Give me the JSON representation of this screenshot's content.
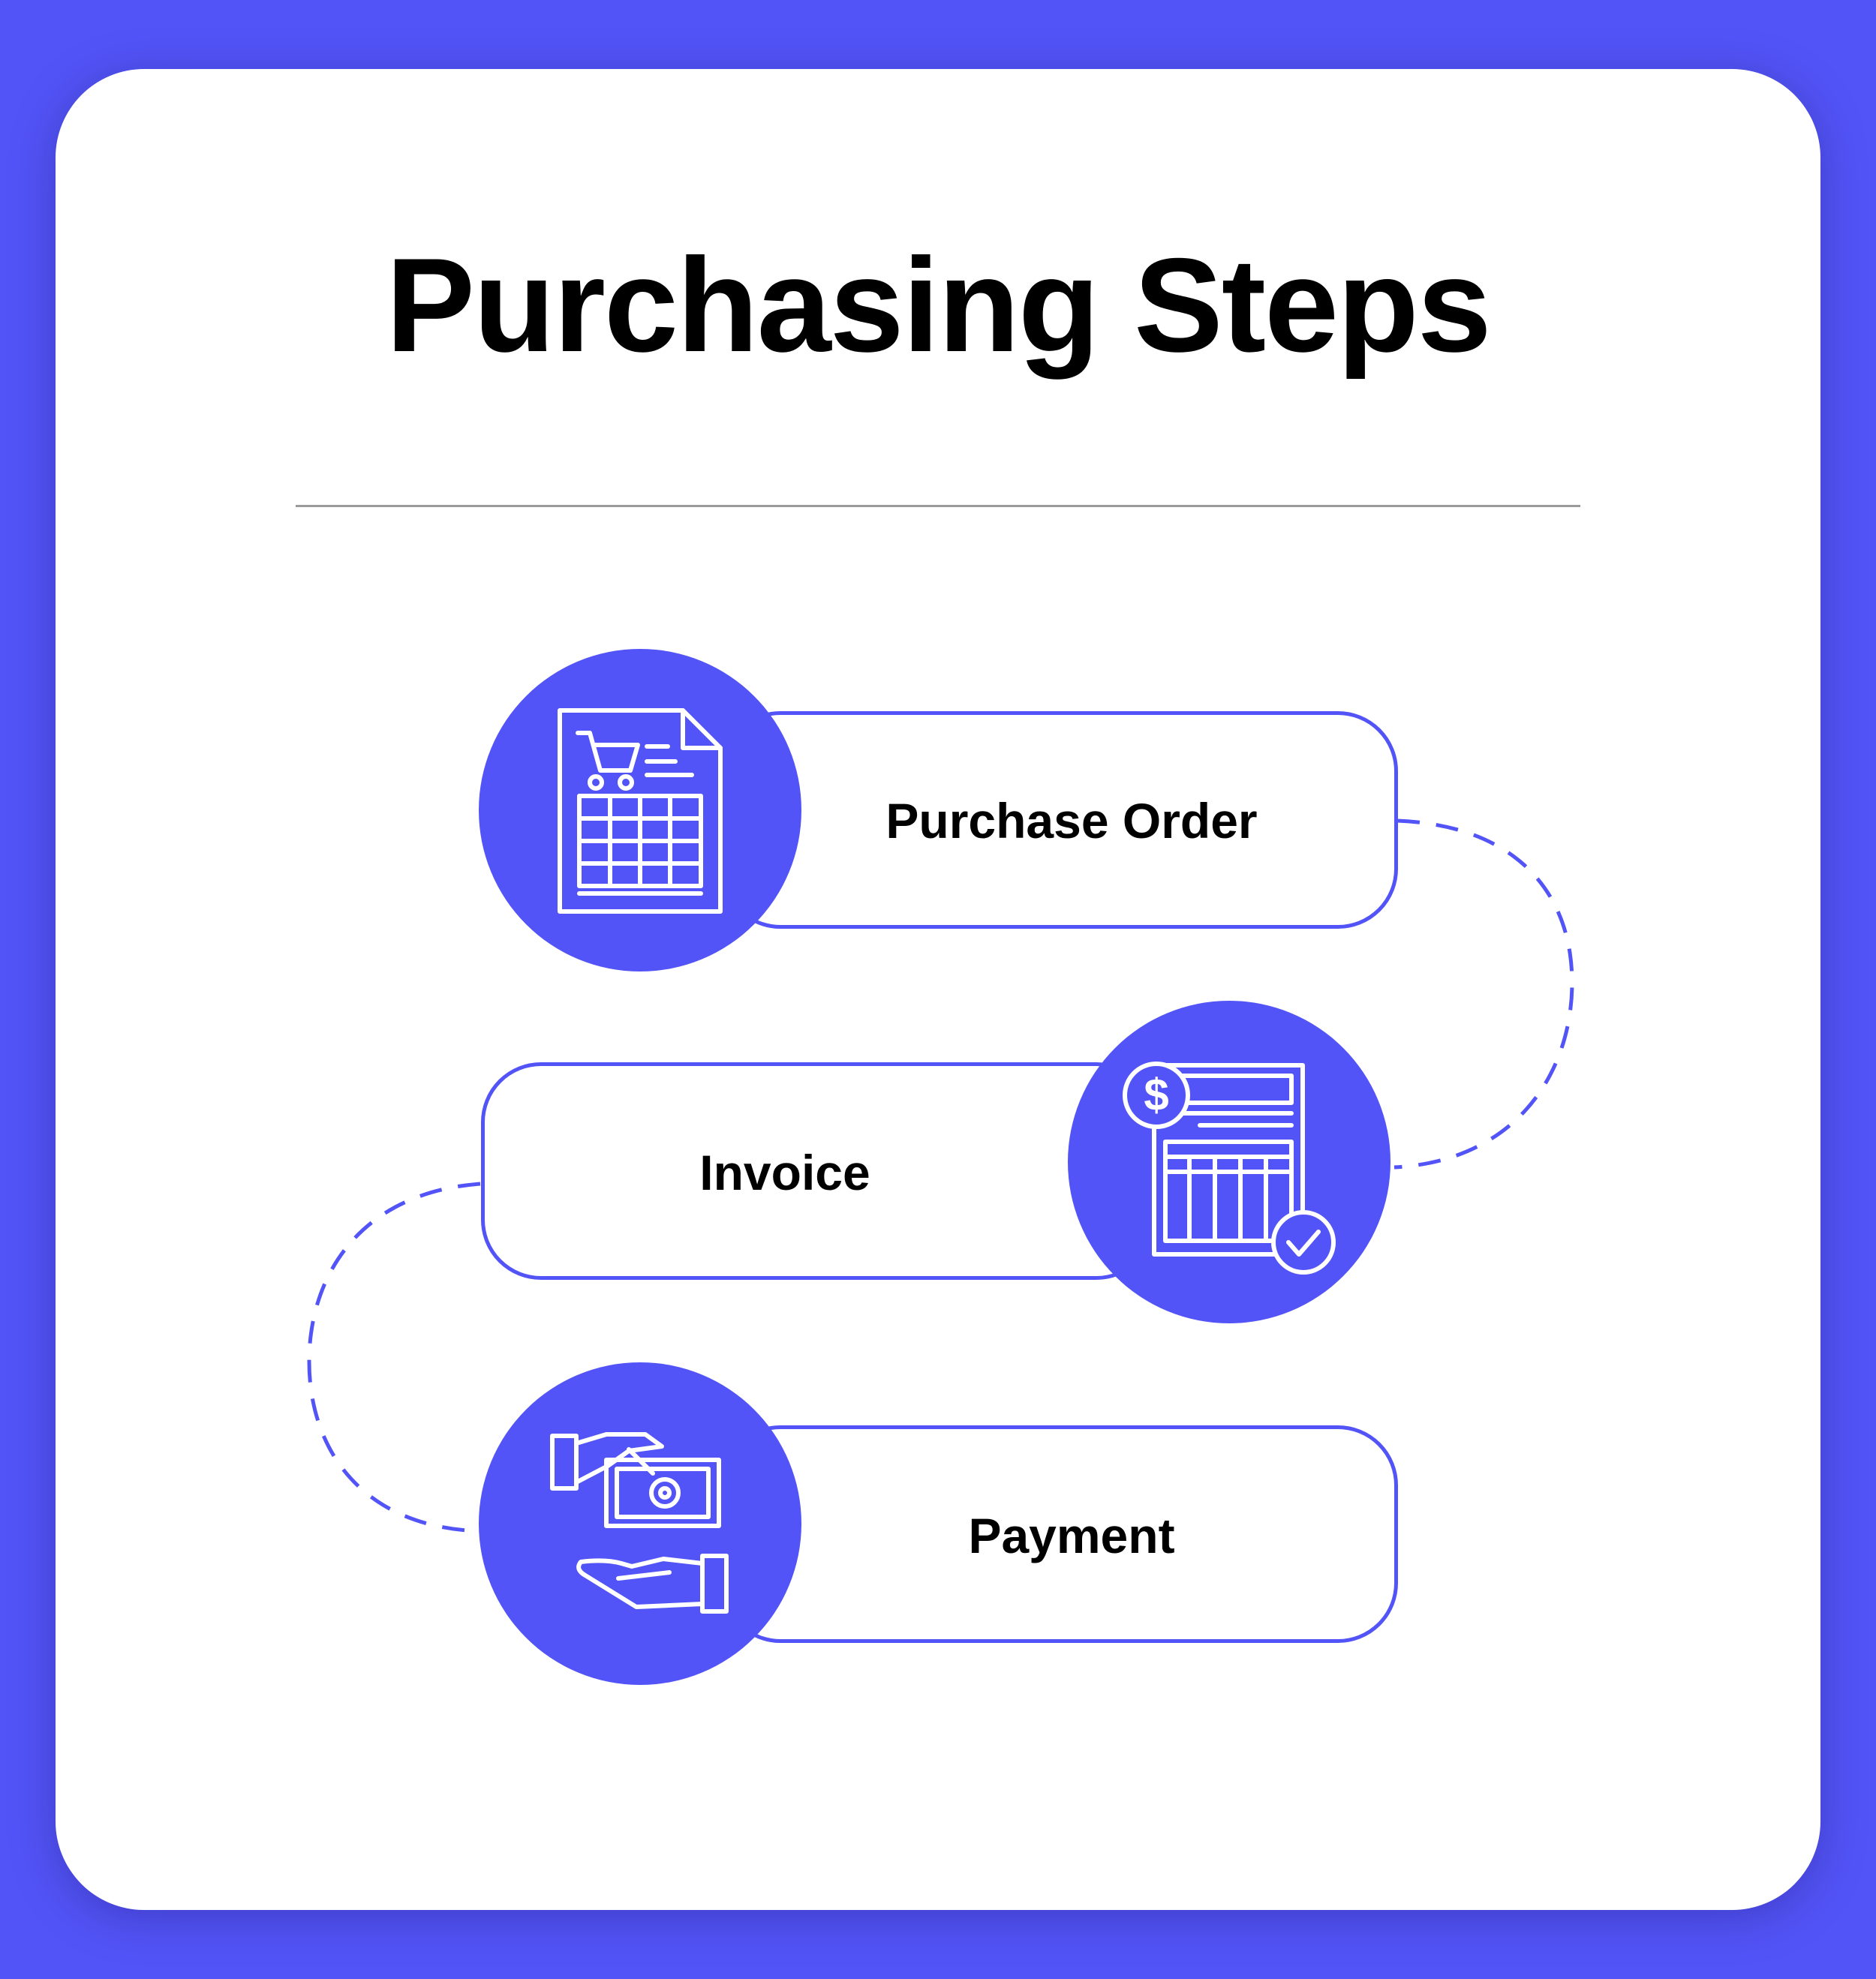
{
  "title": "Purchasing Steps",
  "steps": [
    {
      "label": "Purchase Order",
      "icon": "purchase-order-icon"
    },
    {
      "label": "Invoice",
      "icon": "invoice-icon"
    },
    {
      "label": "Payment",
      "icon": "payment-icon"
    }
  ],
  "colors": {
    "accent": "#5354f7",
    "card": "#ffffff",
    "text": "#000000",
    "divider": "#9a9a9a"
  }
}
